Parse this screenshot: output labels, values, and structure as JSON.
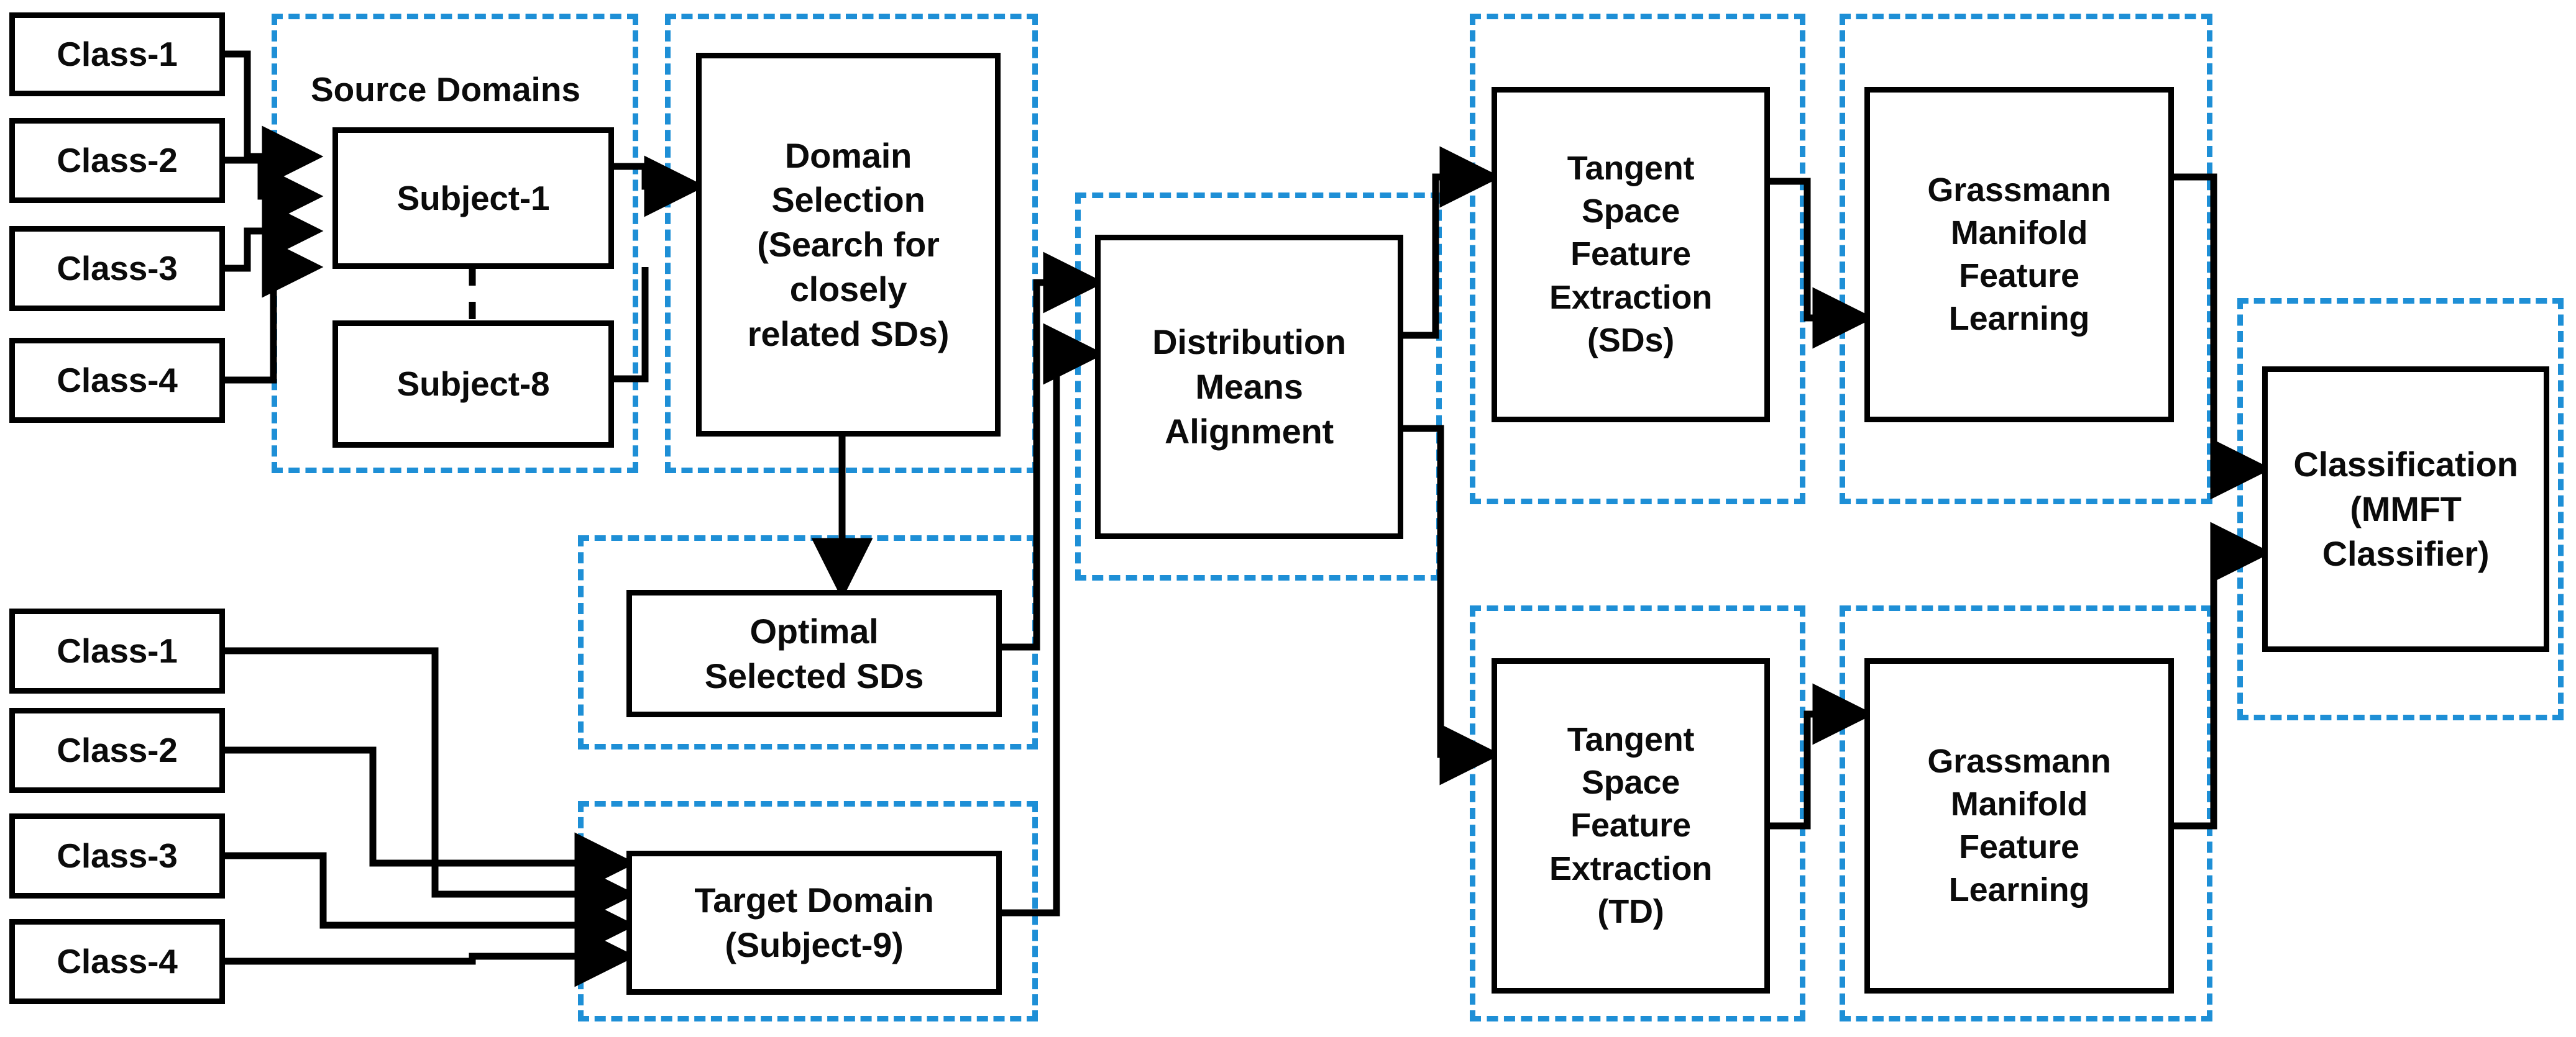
{
  "diagram": {
    "title": "Cross-subject transfer learning framework flowchart",
    "colors": {
      "dashed_group_border": "#1e8fd6",
      "node_border": "#000000",
      "node_fill": "#ffffff",
      "text": "#0b0b0b",
      "arrow": "#000000"
    },
    "captions": {
      "source_domains": "Source Domains"
    },
    "source_classes": [
      {
        "label": "Class-1"
      },
      {
        "label": "Class-2"
      },
      {
        "label": "Class-3"
      },
      {
        "label": "Class-4"
      }
    ],
    "target_classes": [
      {
        "label": "Class-1"
      },
      {
        "label": "Class-2"
      },
      {
        "label": "Class-3"
      },
      {
        "label": "Class-4"
      }
    ],
    "subjects": [
      {
        "label": "Subject-1"
      },
      {
        "label": "Subject-8"
      }
    ],
    "nodes": {
      "domain_selection": "Domain Selection (Search for closely related SDs)",
      "domain_selection_lines": [
        "Domain",
        "Selection",
        "(Search for",
        "closely",
        "related SDs)"
      ],
      "optimal_selected_sds_lines": [
        "Optimal",
        "Selected SDs"
      ],
      "target_domain_lines": [
        "Target Domain",
        "(Subject-9)"
      ],
      "distribution_means_alignment_lines": [
        "Distribution",
        "Means",
        "Alignment"
      ],
      "tangent_space_sds_lines": [
        "Tangent",
        "Space",
        "Feature",
        "Extraction",
        "(SDs)"
      ],
      "grassmann_top_lines": [
        "Grassmann",
        "Manifold",
        "Feature",
        "Learning"
      ],
      "tangent_space_td_lines": [
        "Tangent",
        "Space",
        "Feature",
        "Extraction",
        "(TD)"
      ],
      "grassmann_bottom_lines": [
        "Grassmann",
        "Manifold",
        "Feature",
        "Learning"
      ],
      "classification_lines": [
        "Classification",
        "(MMFT",
        "Classifier)"
      ]
    }
  }
}
